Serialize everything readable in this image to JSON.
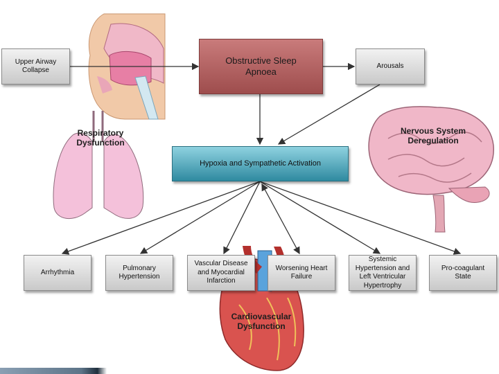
{
  "boxes": {
    "upper_airway": "Upper Airway\nCollapse",
    "osa": "Obstructive Sleep\nApnoea",
    "arousals": "Arousals",
    "hypoxia": "Hypoxia and Sympathetic Activation",
    "arrhythmia": "Arrhythmia",
    "pulmonary": "Pulmonary\nHypertension",
    "vascular": "Vascular Disease\nand Myocardial\nInfarction",
    "heart_failure": "Worsening Heart\nFailure",
    "systemic": "Systemic\nHypertension and\nLeft Ventricular\nHypertrophy",
    "procoagulant": "Pro-coagulant\nState"
  },
  "labels": {
    "respiratory": "Respiratory\nDysfunction",
    "nervous": "Nervous System\nDeregulation",
    "cardiovascular": "Cardiovascular\nDysfunction"
  },
  "colors": {
    "main_box": "#a85858",
    "hypoxia_box": "#3d98ad",
    "outcome_box": "#dcdcdc",
    "lung": "#f4c1da",
    "brain": "#f0b7c8",
    "heart": "#d9534f"
  },
  "icons": [
    "head-airway-illustration",
    "lungs-illustration",
    "brain-illustration",
    "heart-illustration"
  ]
}
